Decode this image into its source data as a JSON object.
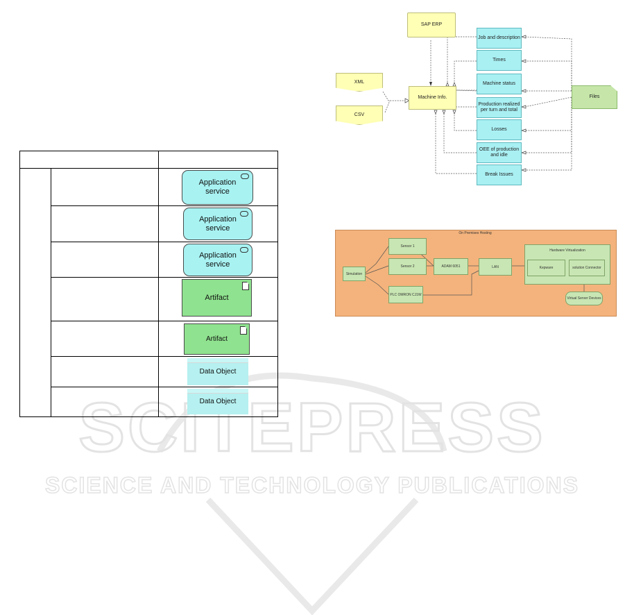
{
  "watermark": {
    "line1": "SCITEPRESS",
    "line2": "SCIENCE AND TECHNOLOGY PUBLICATIONS"
  },
  "table": {
    "rows": [
      {
        "kind": "service",
        "label": "Application service"
      },
      {
        "kind": "service",
        "label": "Application service"
      },
      {
        "kind": "service",
        "label": "Application service"
      },
      {
        "kind": "artifact",
        "label": "Artifact"
      },
      {
        "kind": "artifact",
        "label": "Artifact"
      },
      {
        "kind": "dataobject",
        "label": "Data Object"
      },
      {
        "kind": "dataobject",
        "label": "Data Object"
      }
    ]
  },
  "diagram1": {
    "sap": "SAP ERP",
    "xml": "XML",
    "csv": "CSV",
    "machine": "Machine Info.",
    "files": "Files",
    "items": [
      "Job and description",
      "Times",
      "Machine status",
      "Production realized per turn and total",
      "Losses",
      "OEE of production and idle",
      "Break Issues"
    ]
  },
  "diagram2": {
    "title": "On Premises Hosting",
    "simulation": "Simulation",
    "sensor1": "Sensor 1",
    "sensor2": "Sensor 2",
    "plc": "PLC OMRON CJ1W",
    "adam": "ADAM 6051",
    "lan": "LAN",
    "hv": "Hardware Virtualization",
    "kepware": "Kepware",
    "connector": "solution Connector",
    "vsd": "Virtual Server Devices"
  },
  "colors": {
    "service": "#a8f2f2",
    "artifact": "#8fe28f",
    "yellow": "#ffffb5",
    "orange": "#f4b37c"
  }
}
